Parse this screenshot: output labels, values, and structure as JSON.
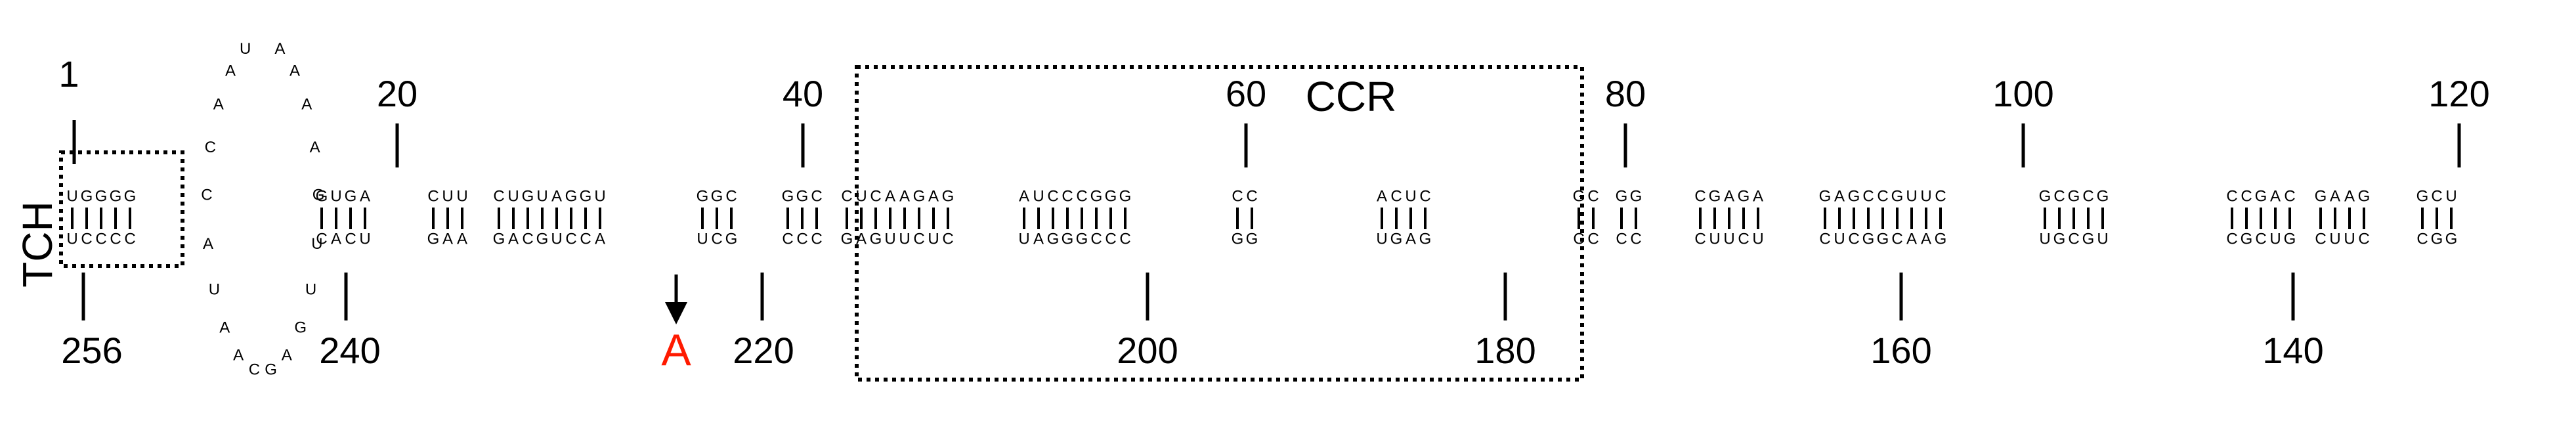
{
  "labels": {
    "tch": "TCH",
    "ccr": "CCR",
    "mutation_base": "A"
  },
  "colors": {
    "mutation": "#ff1a00",
    "ink": "#000000"
  },
  "position_numbers": [
    "1",
    "20",
    "40",
    "60",
    "80",
    "100",
    "120",
    "256",
    "240",
    "220",
    "200",
    "180",
    "160",
    "140"
  ],
  "strands": {
    "top": "UGGGG GUGA CUU CUGUAGGU GGC GGC CUCAAGAG AUCCCGGG CC ACUC GC GG CGAGA GAGCCGUUC GCGCG CCGAC GAAG GCU",
    "bottom": "UCCCC CACU GAA GACGUCCA UCG CCC GAGUUCUC UAGGGCCC GG UGAG CC CC CUUCU CUCGGCAAG UGCGU CGCUG CUUC CGG"
  },
  "loop_text": "UAAC CAU AAC GAG UUGAAA A"
}
